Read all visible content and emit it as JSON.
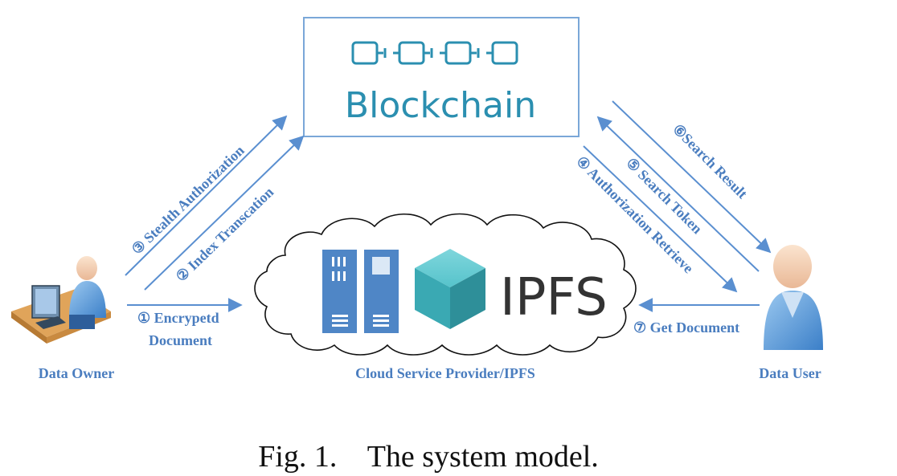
{
  "colors": {
    "arrow": "#5a8fd0",
    "label": "#4a7dbf",
    "blockchain_text": "#2b8fb0",
    "ipfs_cube": "#3fb3bd",
    "server": "#4f86c6"
  },
  "blockchain": {
    "title": "Blockchain"
  },
  "ipfs": {
    "title": "IPFS"
  },
  "actors": {
    "owner": "Data Owner",
    "cloud": "Cloud Service Provider/IPFS",
    "user": "Data User"
  },
  "steps": {
    "s1_line1": "① Encrypetd",
    "s1_line2": "Document",
    "s2": "② Index Transcation",
    "s3": "③ Stealth Authorization",
    "s4": "④ Authorization Retrieve",
    "s5": "⑤ Search Token",
    "s6": "⑥Search Result",
    "s7": "⑦ Get Document"
  },
  "caption": "Fig. 1.    The system model.",
  "icons": {
    "chain": "chain-links-icon",
    "server": "server-rack-icon",
    "cube": "ipfs-cube-icon",
    "owner": "person-at-computer-icon",
    "user": "person-icon",
    "cloud": "cloud-icon"
  }
}
